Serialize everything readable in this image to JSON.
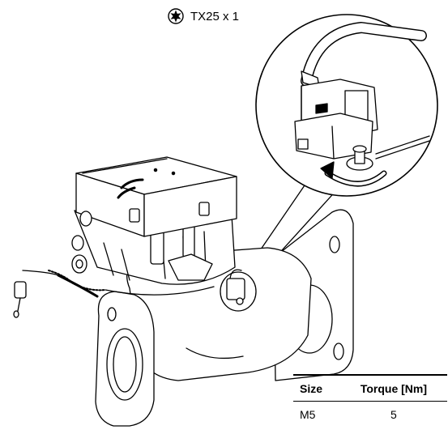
{
  "tool": {
    "icon": "torx-star-icon",
    "label": "TX25 x 1"
  },
  "torque_table": {
    "headers": [
      "Size",
      "Torque [Nm]"
    ],
    "rows": [
      [
        "M5",
        "5"
      ]
    ]
  },
  "illustration": {
    "name": "circulator-pump-cable-connection",
    "stroke_color": "#000000",
    "fill_color": "#ffffff"
  }
}
